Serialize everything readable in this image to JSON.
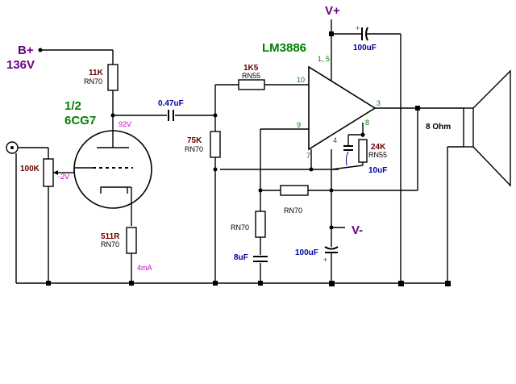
{
  "colors": {
    "label_dark": "#6b0000",
    "label_blue": "#0000a0",
    "label_purple": "#6a0080",
    "label_green": "#008000",
    "label_magenta": "#cc00cc",
    "wire": "#000000"
  },
  "supply": {
    "bplus": "B+",
    "bplus_voltage": "136V",
    "vplus": "V+",
    "vminus": "V-"
  },
  "tube": {
    "section": "1/2",
    "type": "6CG7",
    "plate_voltage": "92V",
    "grid_voltage": "-2V",
    "cathode_current": "4mA"
  },
  "amp": {
    "name": "LM3886",
    "pins_supply": "1, 5",
    "pin_in_plus": "10",
    "pin_in_minus": "9",
    "pin_out": "3",
    "pin_gnd": "7",
    "pin_mute": "8",
    "pin_4": "4"
  },
  "components": {
    "r_plate": {
      "value": "11K",
      "type": "RN70"
    },
    "c_coupling": "0.47uF",
    "r_input": {
      "value": "1K5",
      "type": "RN55"
    },
    "r_grid": "100K",
    "r_bias": {
      "value": "75K",
      "type": "RN70"
    },
    "r_cathode": {
      "value": "511R",
      "type": "RN70"
    },
    "r_gain_shunt": "RN70",
    "c_gain_shunt": "8uF",
    "r_feedback": "RN70",
    "r_mute": {
      "value": "24K",
      "type": "RN55"
    },
    "c_mute": "10uF",
    "c_supply_pos": "100uF",
    "c_supply_neg": "100uF",
    "speaker": "8 Ohm",
    "plus_sign": "+"
  }
}
